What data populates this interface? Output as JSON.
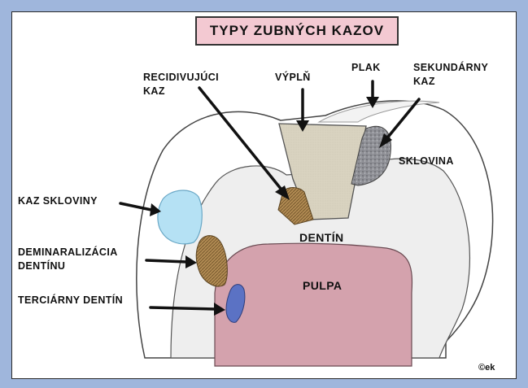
{
  "title": "TYPY ZUBNÝCH KAZOV",
  "labels": {
    "recidivujuci_line1": "RECIDIVUJÚCI",
    "recidivujuci_line2": "KAZ",
    "vypln": "VÝPLŇ",
    "plak": "PLAK",
    "sekundarny_line1": "SEKUNDÁRNY",
    "sekundarny_line2": "KAZ",
    "sklovina": "SKLOVINA",
    "kaz_skloviny": "KAZ SKLOVINY",
    "demineralizacia_line1": "DEMINARALIZÁCIA",
    "demineralizacia_line2": "DENTÍNU",
    "tercíarny": "TERCIÁRNY DENTÍN",
    "dentin": "DENTÍN",
    "pulpa": "PULPA"
  },
  "copyright": "©ek",
  "colors": {
    "background": "#9fb6dc",
    "title_box": "#f3c9d2",
    "enamel": "#ffffff",
    "dentin": "#eeeeee",
    "pulp": "#d4a2ad",
    "filling": "#d9d3c0",
    "secondary_caries": "#8f9096",
    "enamel_caries": "#b5e1f4",
    "dentin_demineralization": "#b08a52",
    "recurrent_caries": "#b0925c",
    "tertiary_dentin": "#5b72c4",
    "plaque": "#f3f3f3"
  }
}
